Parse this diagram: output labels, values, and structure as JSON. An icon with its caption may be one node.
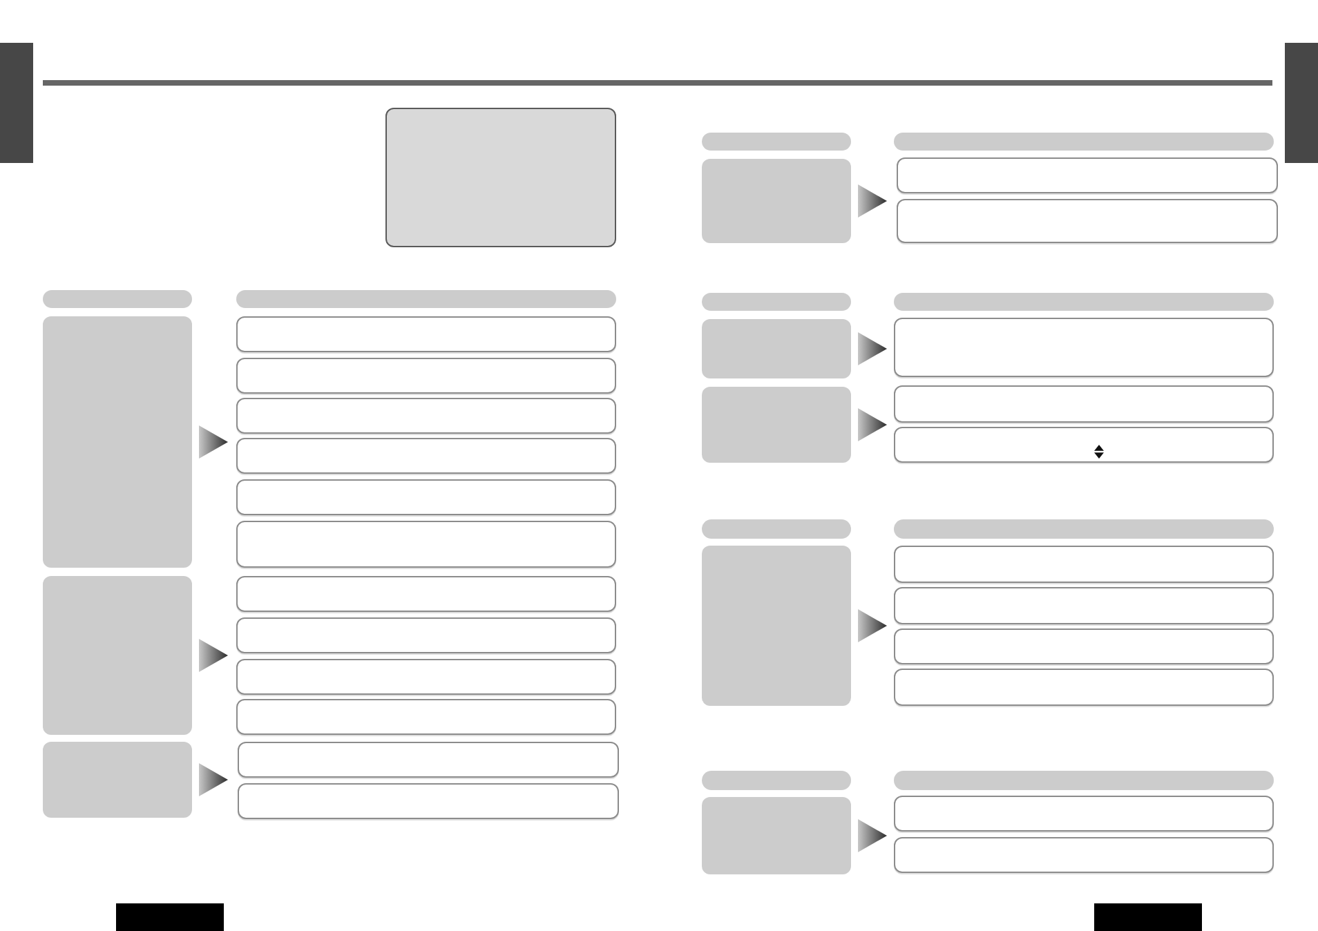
{
  "diagram": {
    "nodes": [
      {
        "text": [],
        "shape": "box"
      },
      {
        "text": [],
        "shape": "box"
      },
      {
        "text": [],
        "shape": "bar"
      },
      {
        "text": [],
        "shape": "bar"
      },
      {
        "text": [],
        "shape": "box"
      },
      {
        "text": [],
        "shape": "box"
      },
      {
        "text": [],
        "shape": "box"
      },
      {
        "text": [],
        "shape": "box"
      },
      {
        "text": [],
        "shape": "box"
      },
      {
        "text": [],
        "shape": "box"
      },
      {
        "text": [],
        "shape": "box"
      },
      {
        "text": [],
        "shape": "box"
      },
      {
        "text": [],
        "shape": "box"
      },
      {
        "text": [],
        "shape": "box"
      },
      {
        "text": [],
        "shape": "box"
      },
      {
        "text": [],
        "shape": "box"
      },
      {
        "text": [],
        "shape": "box"
      },
      {
        "text": [],
        "shape": "box"
      },
      {
        "text": [],
        "shape": "box"
      },
      {
        "text": [],
        "shape": "box"
      },
      {
        "text": [],
        "shape": "bar"
      },
      {
        "text": [],
        "shape": "bar"
      },
      {
        "text": [],
        "shape": "box"
      },
      {
        "text": [],
        "shape": "box"
      },
      {
        "text": [],
        "shape": "box"
      },
      {
        "text": [],
        "shape": "bar"
      },
      {
        "text": [],
        "shape": "bar"
      },
      {
        "text": [],
        "shape": "box"
      },
      {
        "text": [],
        "shape": "box"
      },
      {
        "text": [],
        "shape": "box"
      },
      {
        "text": [],
        "shape": "box"
      },
      {
        "text": [],
        "shape": "box"
      },
      {
        "text": [],
        "shape": "bar"
      },
      {
        "text": [],
        "shape": "bar"
      },
      {
        "text": [],
        "shape": "box"
      },
      {
        "text": [],
        "shape": "box"
      },
      {
        "text": [],
        "shape": "box"
      },
      {
        "text": [],
        "shape": "box"
      },
      {
        "text": [],
        "shape": "box"
      },
      {
        "text": [],
        "shape": "bar"
      },
      {
        "text": [],
        "shape": "bar"
      },
      {
        "text": [],
        "shape": "box"
      },
      {
        "text": [],
        "shape": "box"
      },
      {
        "text": [],
        "shape": "box"
      }
    ],
    "edges": [
      {
        "from": 4,
        "to": null,
        "arrow": "to"
      },
      {
        "from": 11,
        "to": null,
        "arrow": "to"
      },
      {
        "from": 16,
        "to": null,
        "arrow": "to"
      },
      {
        "from": 22,
        "to": null,
        "arrow": "to"
      },
      {
        "from": 27,
        "to": null,
        "arrow": "to"
      },
      {
        "from": 29,
        "to": null,
        "arrow": "to"
      },
      {
        "from": 34,
        "to": null,
        "arrow": "to"
      },
      {
        "from": 41,
        "to": null,
        "arrow": "to"
      }
    ]
  }
}
